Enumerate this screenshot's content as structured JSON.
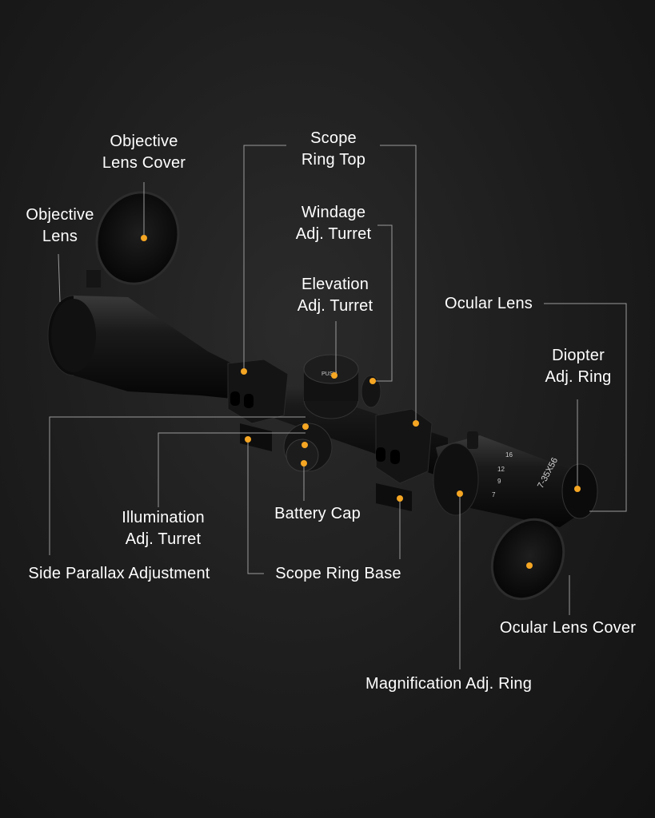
{
  "labels": {
    "objective_lens_cover": [
      "Objective",
      "Lens Cover"
    ],
    "objective_lens": [
      "Objective",
      "Lens"
    ],
    "scope_ring_top": [
      "Scope",
      "Ring Top"
    ],
    "windage_turret": [
      "Windage",
      "Adj. Turret"
    ],
    "elevation_turret": [
      "Elevation",
      "Adj. Turret"
    ],
    "ocular_lens": [
      "Ocular Lens"
    ],
    "diopter_ring": [
      "Diopter",
      "Adj. Ring"
    ],
    "illumination_turret": [
      "Illumination",
      "Adj. Turret"
    ],
    "battery_cap": [
      "Battery Cap"
    ],
    "side_parallax": [
      "Side Parallax Adjustment"
    ],
    "scope_ring_base": [
      "Scope Ring Base"
    ],
    "ocular_lens_cover": [
      "Ocular Lens Cover"
    ],
    "magnification_ring": [
      "Magnification Adj. Ring"
    ]
  },
  "colors": {
    "background": "#1c1c1c",
    "callout_dot": "#f5a623",
    "leader_line": "#9a9a9a",
    "text": "#ffffff"
  },
  "scope_markings": {
    "zoom_ticks": [
      "7",
      "9",
      "12",
      "16"
    ],
    "model": "7-35X56",
    "turret_text": "PUSH"
  }
}
